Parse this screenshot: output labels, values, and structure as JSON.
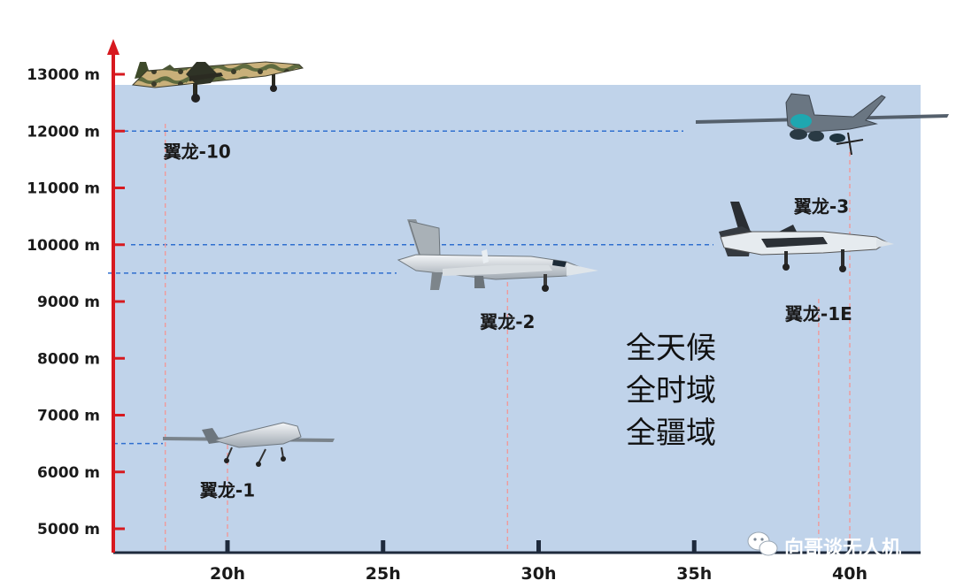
{
  "chart_data": {
    "type": "scatter",
    "title": "",
    "xlabel": "",
    "ylabel": "",
    "x_ticks": [
      "20h",
      "25h",
      "30h",
      "35h",
      "40h"
    ],
    "y_ticks": [
      "5000 m",
      "6000 m",
      "7000 m",
      "8000 m",
      "9000 m",
      "10000 m",
      "11000 m",
      "12000 m",
      "13000 m"
    ],
    "xlim": [
      15.8,
      41.5
    ],
    "ylim": [
      4550,
      13650
    ],
    "points": [
      {
        "label": "翼龙-10",
        "endurance_h": 18,
        "ceiling_m": 12000
      },
      {
        "label": "翼龙-2",
        "endurance_h": 29,
        "ceiling_m": 9500
      },
      {
        "label": "翼龙-1",
        "endurance_h": 20,
        "ceiling_m": 6500
      },
      {
        "label": "翼龙-1E",
        "endurance_h": 39,
        "ceiling_m": 10000
      },
      {
        "label": "翼龙-3",
        "endurance_h": 40,
        "ceiling_m": 12000
      }
    ],
    "annotation_lines": [
      "全天候",
      "全时域",
      "全疆域"
    ],
    "grid": false,
    "colors": {
      "plot_background": "#c0d3ea",
      "y_axis": "#d7191f",
      "x_axis": "#1e2a3c",
      "horizontal_guides": "#2f6fcf",
      "vertical_guides": "#f09a9a"
    }
  },
  "watermark": {
    "icon": "wechat-icon",
    "text": "向哥谈无人机"
  }
}
